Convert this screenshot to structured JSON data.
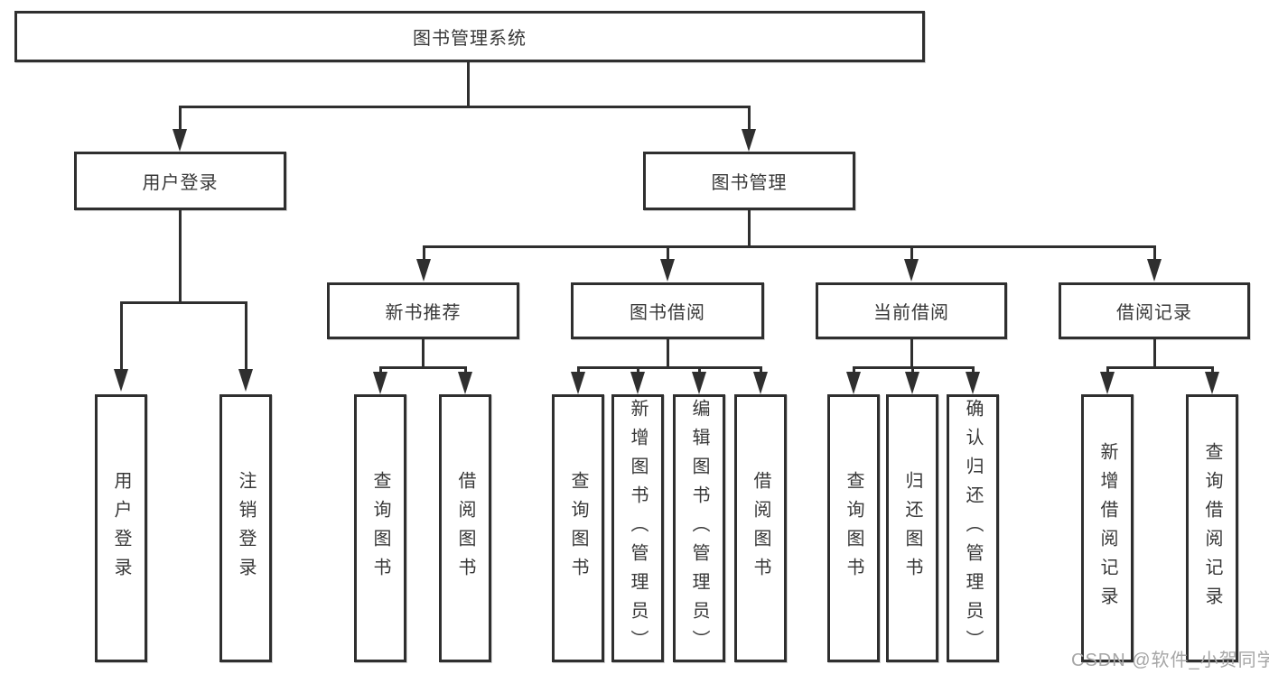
{
  "diagram": {
    "root": {
      "label": "图书管理系统"
    },
    "level2": [
      {
        "label": "用户登录"
      },
      {
        "label": "图书管理"
      }
    ],
    "level3": [
      {
        "label": "新书推荐"
      },
      {
        "label": "图书借阅"
      },
      {
        "label": "当前借阅"
      },
      {
        "label": "借阅记录"
      }
    ],
    "leaves": [
      {
        "label": "用户登录"
      },
      {
        "label": "注销登录"
      },
      {
        "label": "查询图书"
      },
      {
        "label": "借阅图书"
      },
      {
        "label": "查询图书"
      },
      {
        "label": "新增图书（管理员）"
      },
      {
        "label": "编辑图书（管理员）"
      },
      {
        "label": "借阅图书"
      },
      {
        "label": "查询图书"
      },
      {
        "label": "归还图书"
      },
      {
        "label": "确认归还（管理员）"
      },
      {
        "label": "新增借阅记录"
      },
      {
        "label": "查询借阅记录"
      }
    ],
    "watermark": "CSDN @软件_小贺同学",
    "colors": {
      "line": "#2f2f2f",
      "text": "#383838",
      "background": "#ffffff",
      "watermark": "#a6a6a6"
    }
  }
}
